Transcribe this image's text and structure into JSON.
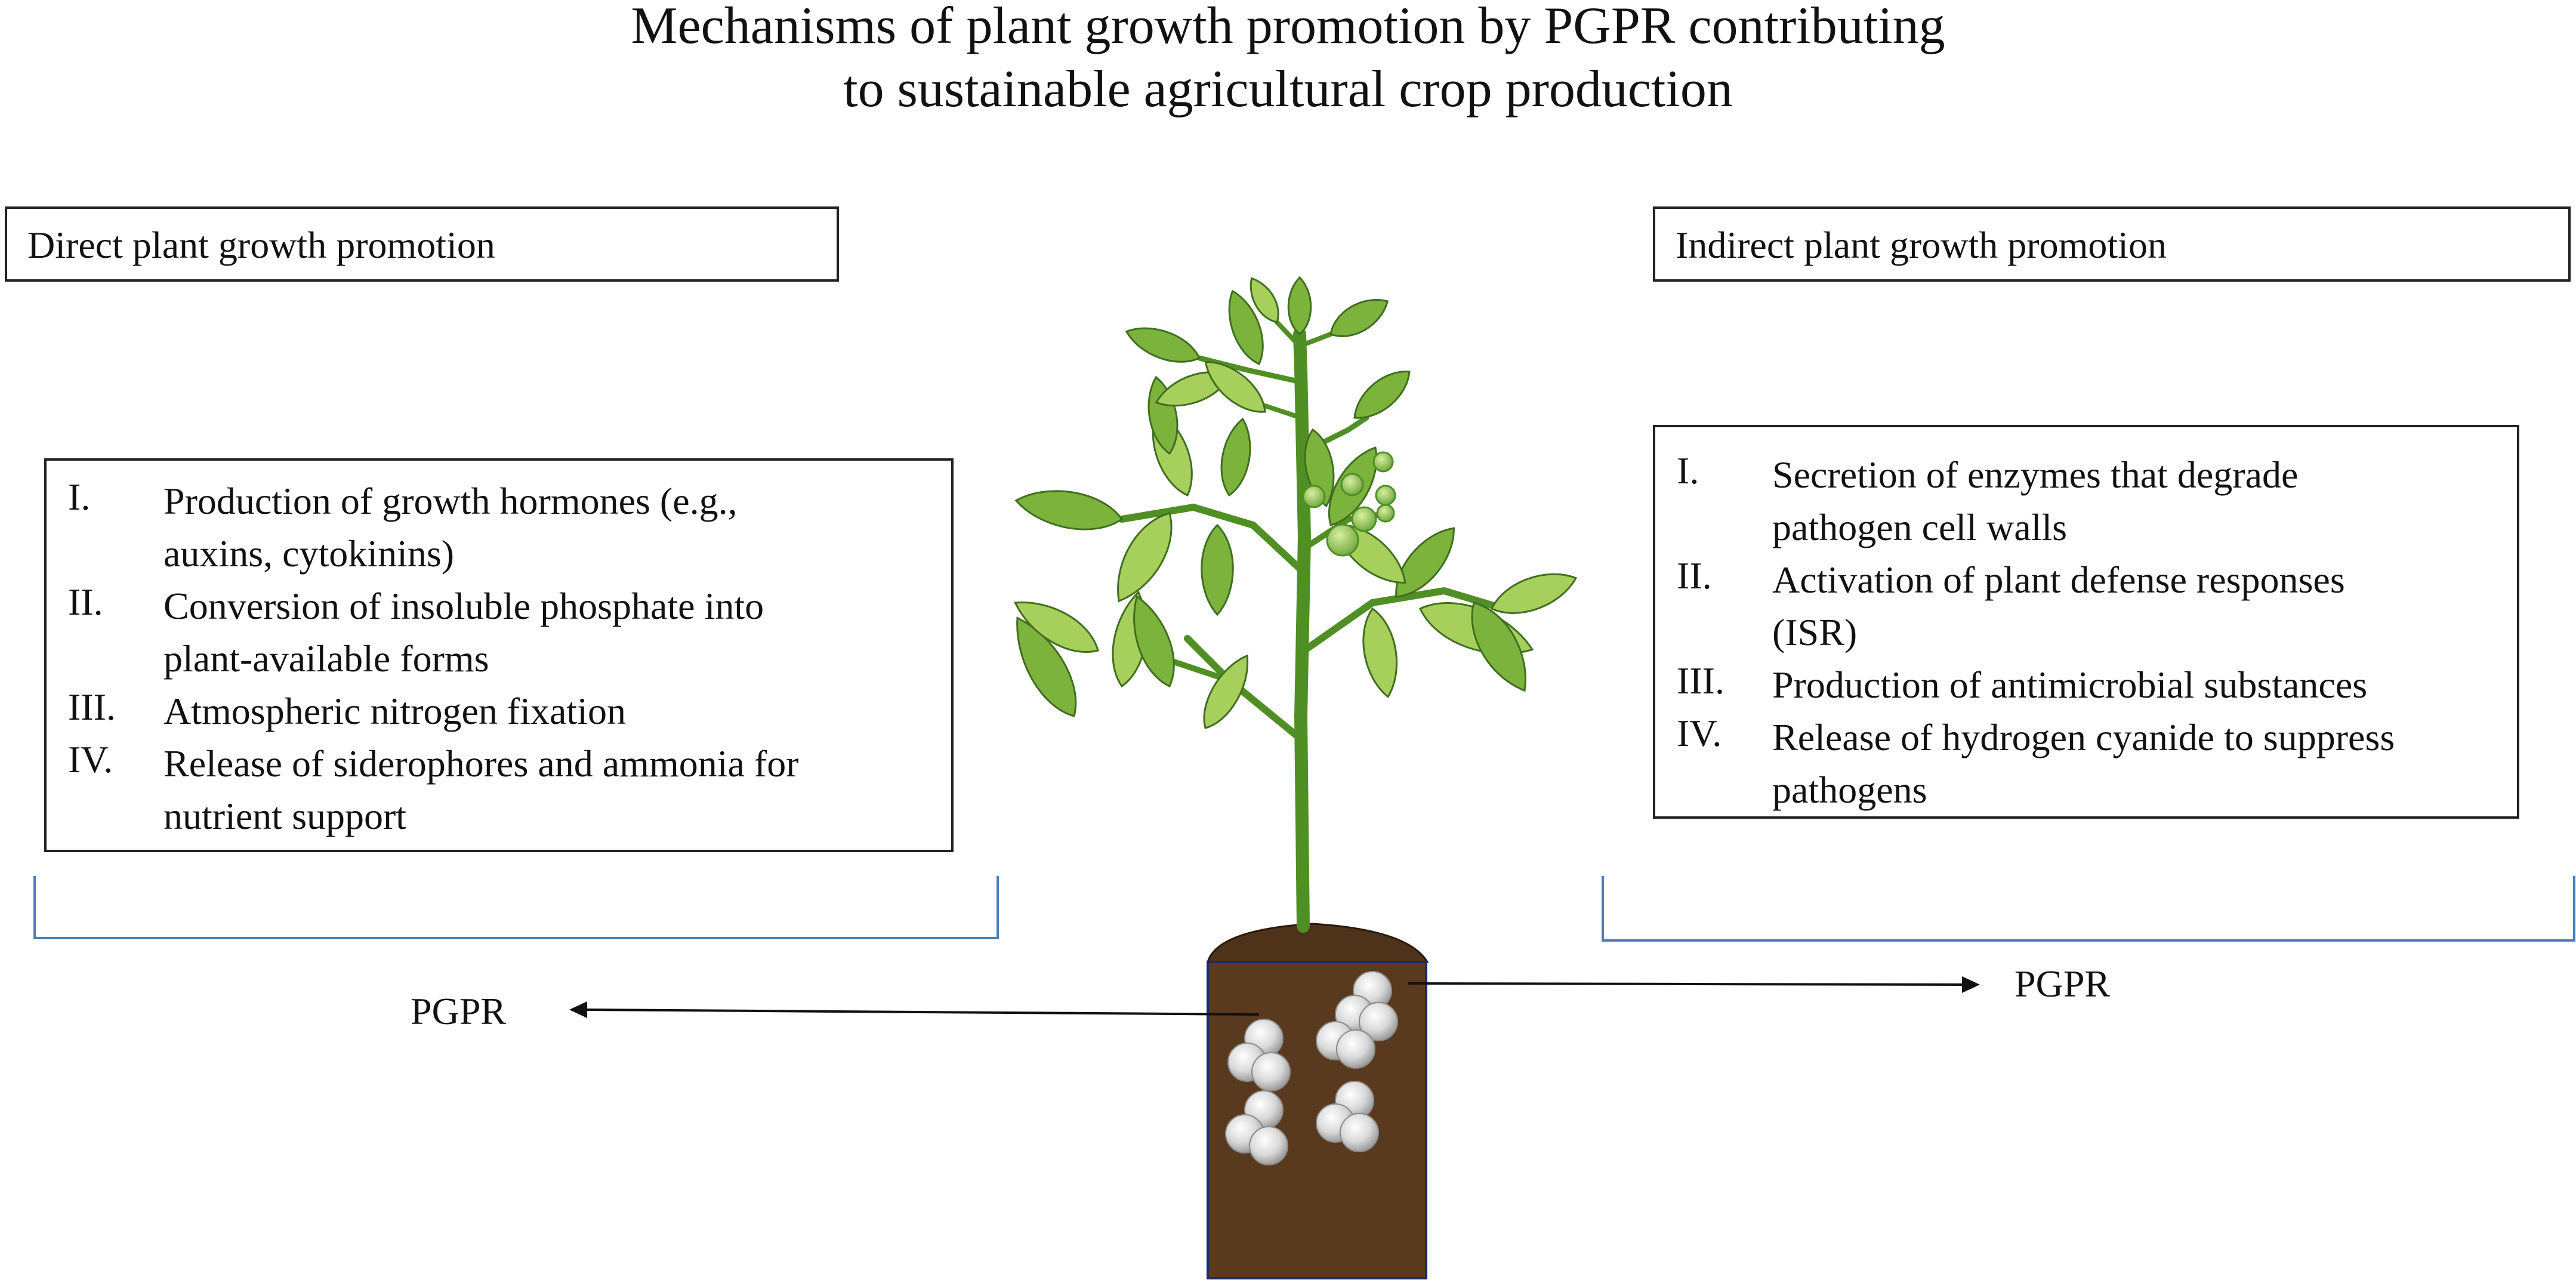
{
  "title": {
    "line1": "Mechanisms of plant growth promotion by PGPR contributing",
    "line2": "to sustainable agricultural crop production"
  },
  "direct": {
    "heading": "Direct plant growth promotion",
    "items": [
      {
        "num": "I.",
        "lines": [
          "Production of growth hormones (e.g.,",
          "auxins, cytokinins)"
        ]
      },
      {
        "num": "II.",
        "lines": [
          "Conversion of insoluble phosphate into",
          "plant-available forms"
        ]
      },
      {
        "num": "III.",
        "lines": [
          "Atmospheric nitrogen fixation"
        ]
      },
      {
        "num": "IV.",
        "lines": [
          "Release of siderophores and ammonia for",
          "nutrient support"
        ]
      }
    ]
  },
  "indirect": {
    "heading": "Indirect plant growth promotion",
    "items": [
      {
        "num": "I.",
        "lines": [
          "Secretion of enzymes that degrade",
          "pathogen cell walls"
        ]
      },
      {
        "num": "II.",
        "lines": [
          "Activation of plant defense responses",
          "(ISR)"
        ]
      },
      {
        "num": "III.",
        "lines": [
          "Production of antimicrobial substances"
        ]
      },
      {
        "num": "IV.",
        "lines": [
          "Release of hydrogen cyanide to suppress",
          "pathogens"
        ]
      }
    ]
  },
  "labels": {
    "pgpr_left": "PGPR",
    "pgpr_right": "PGPR"
  },
  "colors": {
    "leaf": "#7bb33c",
    "leaf_light": "#a6cf5c",
    "leaf_dark": "#3f6e1f",
    "stem": "#4f8f24",
    "soil": "#5a3a1e",
    "bracket": "#4a7ec0",
    "bacteria": "#cfcfcf"
  }
}
